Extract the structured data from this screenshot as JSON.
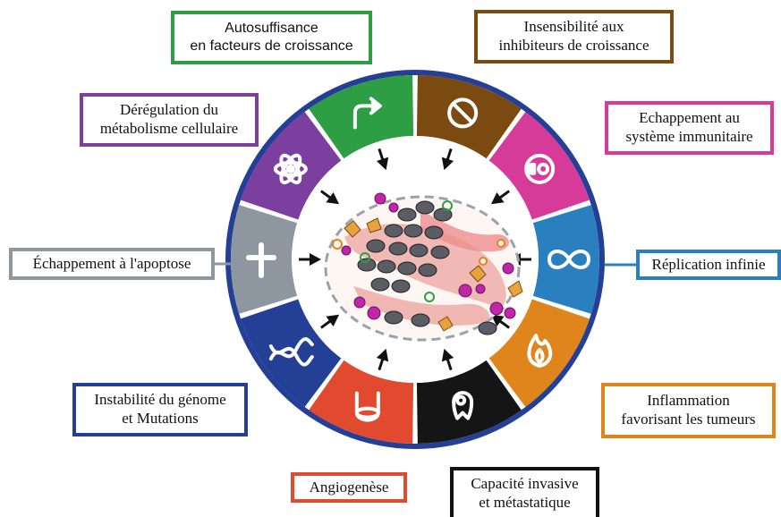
{
  "labels": {
    "growth_self": {
      "text": "Autosuffisance\nen facteurs de croissance",
      "color": "#2e9e44"
    },
    "growth_insens": {
      "text": "Insensibilité aux\ninhibiteurs de croissance",
      "color": "#7a4a10"
    },
    "metabolism": {
      "text": "Dérégulation du\nmétabolisme cellulaire",
      "color": "#7b3fa0"
    },
    "immune": {
      "text": "Echappement au\nsystème immunitaire",
      "color": "#d63b9a"
    },
    "apoptosis": {
      "text": "Échappement à l'apoptose",
      "color": "#8e979f"
    },
    "replication": {
      "text": "Réplication infinie",
      "color": "#2a7fbf"
    },
    "genome": {
      "text": "Instabilité du génome\net Mutations",
      "color": "#233f96"
    },
    "inflammation": {
      "text": "Inflammation\nfavorisant les tumeurs",
      "color": "#e0851c"
    },
    "angiogenesis": {
      "text": "Angiogenèse",
      "color": "#e24a30"
    },
    "invasion": {
      "text": "Capacité invasive\net métastatique",
      "color": "#111111"
    }
  },
  "ring": {
    "outer_color": "#233f96",
    "segments": [
      {
        "name": "growth-self",
        "color": "#2e9e44",
        "icon": "arrow-turn-icon"
      },
      {
        "name": "growth-insens",
        "color": "#7a4a10",
        "icon": "no-entry-icon"
      },
      {
        "name": "immune",
        "color": "#d63b9a",
        "icon": "immune-cell-icon"
      },
      {
        "name": "replication",
        "color": "#2a7fbf",
        "icon": "infinity-icon"
      },
      {
        "name": "inflammation",
        "color": "#e0851c",
        "icon": "flame-icon"
      },
      {
        "name": "invasion",
        "color": "#151515",
        "icon": "metastasis-icon"
      },
      {
        "name": "angiogenesis",
        "color": "#e24a30",
        "icon": "vessel-icon"
      },
      {
        "name": "genome",
        "color": "#233f96",
        "icon": "dna-icon"
      },
      {
        "name": "apoptosis",
        "color": "#8e979f",
        "icon": "cross-icon"
      },
      {
        "name": "metabolism",
        "color": "#7b3fa0",
        "icon": "atom-icon"
      }
    ]
  }
}
